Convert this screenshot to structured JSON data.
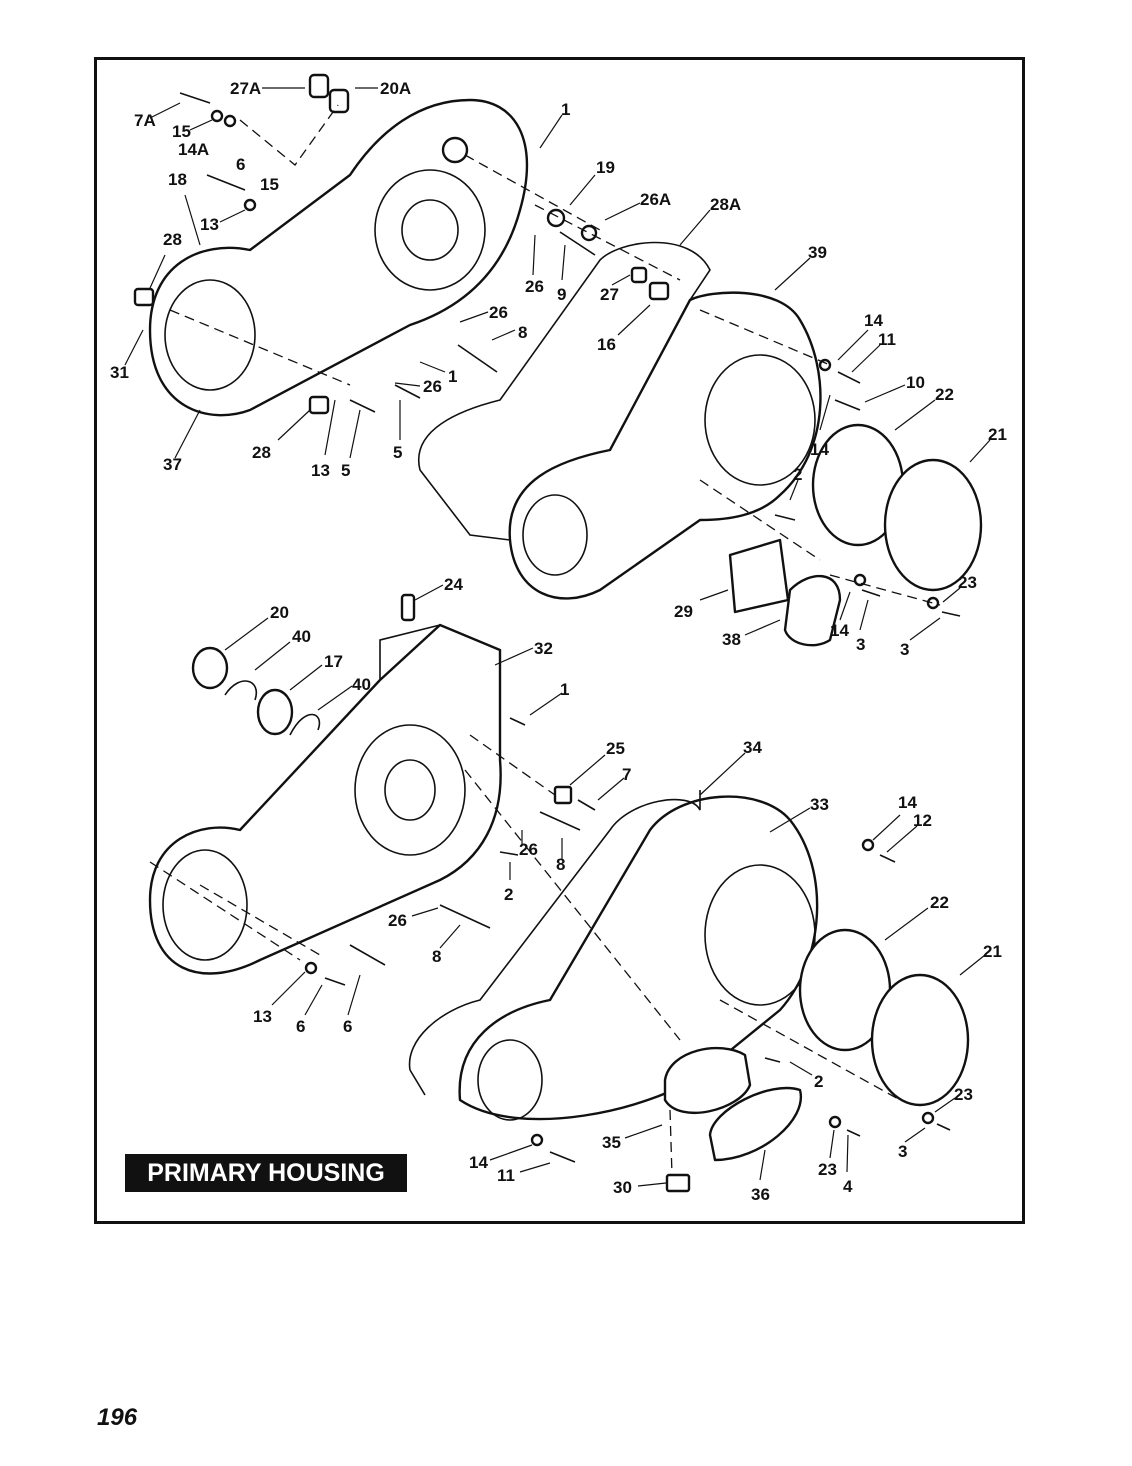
{
  "title": "PRIMARY HOUSING",
  "page_number": "196",
  "upper_assembly": {
    "callouts": [
      "27A",
      "20A",
      "7A",
      "15",
      "14A",
      "6",
      "18",
      "15",
      "13",
      "28",
      "31",
      "37",
      "28",
      "13",
      "5",
      "5",
      "26",
      "26",
      "1",
      "1",
      "8",
      "19",
      "26A",
      "28A",
      "26",
      "9",
      "27",
      "16",
      "39",
      "14",
      "11",
      "10",
      "22",
      "21",
      "14",
      "2",
      "23",
      "29",
      "38",
      "14",
      "3",
      "3"
    ]
  },
  "lower_assembly": {
    "callouts": [
      "24",
      "20",
      "40",
      "17",
      "40",
      "32",
      "1",
      "25",
      "7",
      "34",
      "33",
      "14",
      "12",
      "26",
      "2",
      "8",
      "26",
      "8",
      "13",
      "6",
      "6",
      "22",
      "21",
      "2",
      "23",
      "3",
      "35",
      "14",
      "11",
      "30",
      "36",
      "23",
      "4"
    ]
  }
}
